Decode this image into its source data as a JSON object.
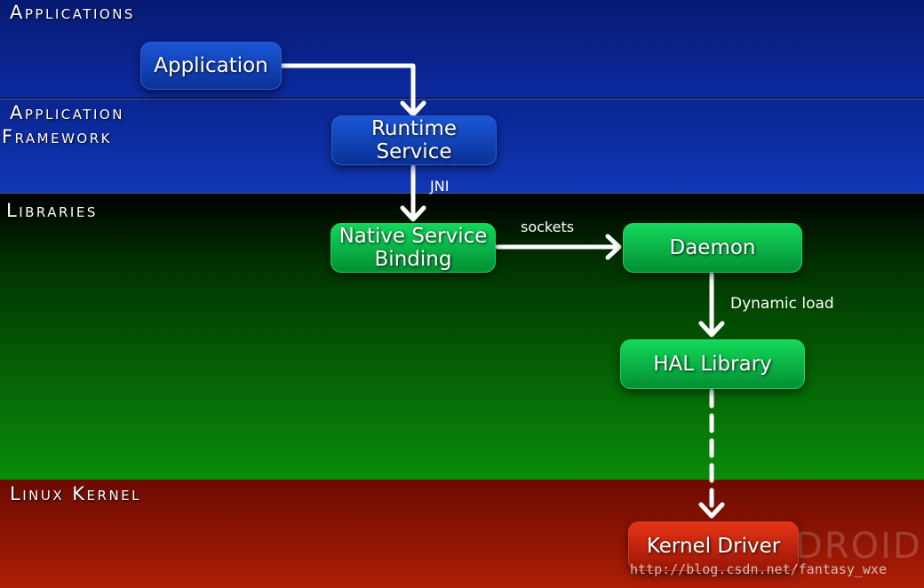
{
  "layers": {
    "applications": "Applications",
    "framework": "Application\nFramework",
    "libraries": "Libraries",
    "kernel": "Linux Kernel"
  },
  "nodes": {
    "application": "Application",
    "runtime_service": "Runtime\nService",
    "native_service_binding": "Native Service\nBinding",
    "daemon": "Daemon",
    "hal_library": "HAL Library",
    "kernel_driver": "Kernel Driver"
  },
  "edges": {
    "jni": "JNI",
    "sockets": "sockets",
    "dynamic_load": "Dynamic load"
  },
  "watermark": {
    "logo_fragment": "DROID",
    "url": "http://blog.csdn.net/fantasy_wxe"
  },
  "colors": {
    "applications_layer": "#0c2aa0",
    "libraries_layer": "#0a8c0a",
    "kernel_layer": "#ad1e06",
    "arrow": "#ffffff"
  }
}
